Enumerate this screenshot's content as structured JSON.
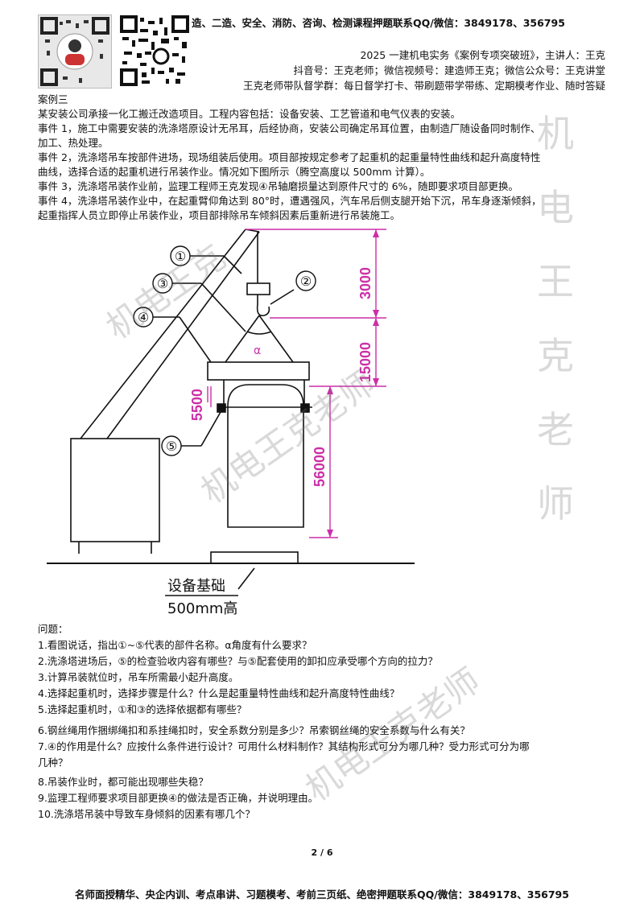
{
  "header": {
    "top_line": "造、二造、安全、消防、咨询、检测课程押题联系QQ/微信：3849178、356795",
    "course_line": "2025 一建机电实务《案例专项突破班》，主讲人：王克",
    "social_line": "抖音号：王克老师；微信视频号：建造师王克；微信公众号：王克讲堂",
    "group_line": "王克老师带队督学群：每日督学打卡、带刷题带学带练、定期模考作业、随时答疑"
  },
  "case": {
    "title": "案例三",
    "intro": "某安装公司承接一化工搬迁改造项目。工程内容包括：设备安装、工艺管道和电气仪表的安装。",
    "e1_l1": "事件 1，施工中需要安装的洗涤塔原设计无吊耳，后经协商，安装公司确定吊耳位置，由制造厂随设备同时制作、",
    "e1_l2": "加工、热处理。",
    "e2_l1": "事件 2，洗涤塔吊车按部件进场，现场组装后使用。项目部按规定参考了起重机的起重量特性曲线和起升高度特性",
    "e2_l2": "曲线，选择合适的起重机进行吊装作业。情况如下图所示（腾空高度以 500mm 计算）。",
    "e3": "事件 3，洗涤塔吊装作业前，监理工程师王克发现④吊轴磨损量达到原件尺寸的 6%，随即要求项目部更换。",
    "e4_l1": "事件 4，洗涤塔吊装作业中，在起重臂仰角达到 80°时，遭遇强风，汽车吊后侧支腿开始下沉，吊车身逐渐倾斜，",
    "e4_l2": "起重指挥人员立即停止吊装作业，项目部排除吊车倾斜因素后重新进行吊装施工。"
  },
  "diagram": {
    "labels": [
      "①",
      "②",
      "③",
      "④",
      "⑤"
    ],
    "angle": "α",
    "dims": [
      "3000",
      "15000",
      "5500",
      "56000"
    ],
    "foundation_l1": "设备基础",
    "foundation_l2": "500mm高"
  },
  "questions": {
    "heading": "问题：",
    "q1": "1.看图说话，指出①~⑤代表的部件名称。α角度有什么要求？",
    "q2": "2.洗涤塔进场后，⑤的检查验收内容有哪些？与⑤配套使用的卸扣应承受哪个方向的拉力？",
    "q3": "3.计算吊装就位时，吊车所需最小起升高度。",
    "q4": "4.选择起重机时，选择步骤是什么？什么是起重量特性曲线和起升高度特性曲线？",
    "q5": "5.选择起重机时，①和③的选择依据都有哪些？",
    "q6": "6.钢丝绳用作捆绑绳扣和系挂绳扣时，安全系数分别是多少？吊索钢丝绳的安全系数与什么有关？",
    "q7_l1": "7.④的作用是什么？应按什么条件进行设计？可用什么材料制作？其结构形式可分为哪几种？受力形式可分为哪",
    "q7_l2": "几种？",
    "q8": "8.吊装作业时，都可能出现哪些失稳？",
    "q9": "9.监理工程师要求项目部更换④的做法是否正确，并说明理由。",
    "q10": "10.洗涤塔吊装中导致车身倾斜的因素有哪几个？"
  },
  "watermarks": {
    "diag1": "机电王克",
    "diag2": "机电王克老师",
    "diag3": "机电王克老师",
    "vertical": [
      "机",
      "电",
      "王",
      "克",
      "老",
      "师"
    ]
  },
  "page_number": "2 / 6",
  "footer": "名师面授精华、央企内训、考点串讲、习题模考、考前三页纸、绝密押题联系QQ/微信：3849178、356795"
}
